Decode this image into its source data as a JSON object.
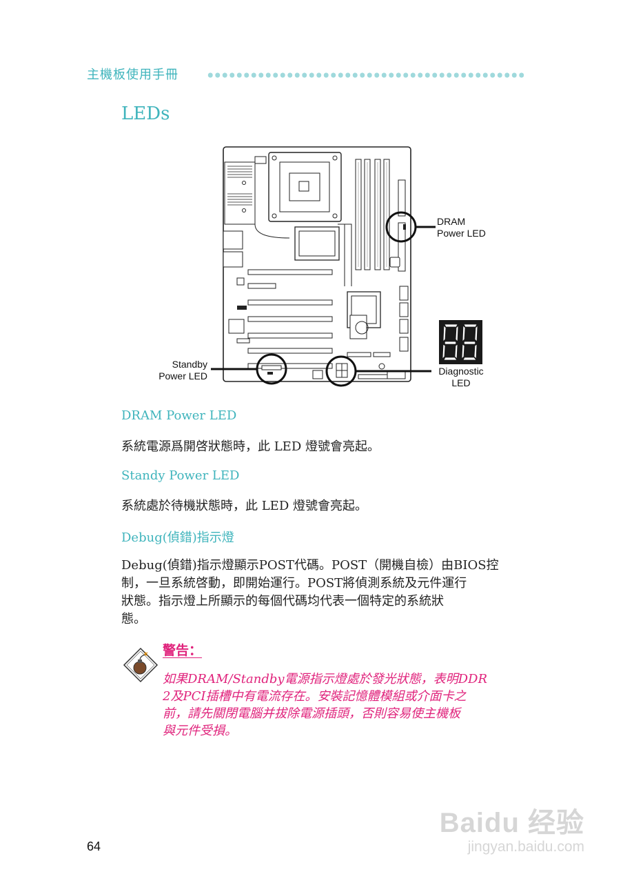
{
  "header": {
    "title": "主機板使用手冊"
  },
  "section_title": "LEDs",
  "diagram": {
    "callouts": {
      "dram": [
        "DRAM",
        "Power LED"
      ],
      "standby": [
        "Standby",
        "Power LED"
      ],
      "diagnostic": [
        "Diagnostic",
        "LED"
      ]
    },
    "seven_segment_display": "88"
  },
  "sections": [
    {
      "heading": "DRAM Power LED",
      "body": "系統電源爲開啓狀態時，此 LED 燈號會亮起。"
    },
    {
      "heading": "Standy Power LED",
      "body": "系統處於待機狀態時，此 LED 燈號會亮起。"
    },
    {
      "heading": "Debug(偵錯)指示燈",
      "body_lines": [
        "Debug(偵錯)指示燈顯示POST代碼。POST（開機自檢）由BIOS控",
        "制，一旦系統啓動，即開始運行。POST將偵測系統及元件運行",
        "狀態。指示燈上所顯示的每個代碼均代表一個特定的系統狀",
        "態。"
      ]
    }
  ],
  "warning": {
    "title": "警告：",
    "lines": [
      "如果DRAM/Standby電源指示燈處於發光狀態，表明DDR",
      "2及PCI插槽中有電流存在。安裝記憶體模組或介面卡之",
      "前，請先關閉電腦并拔除電源插頭，否則容易使主機板",
      "與元件受損。"
    ],
    "icon": "bomb-warning-icon"
  },
  "page_number": "64",
  "watermark": {
    "main": "Baidu 经验",
    "sub": "jingyan.baidu.com"
  },
  "colors": {
    "accent": "#3fb4bc",
    "warning": "#e0237c",
    "dots": "#9fd9dc"
  }
}
